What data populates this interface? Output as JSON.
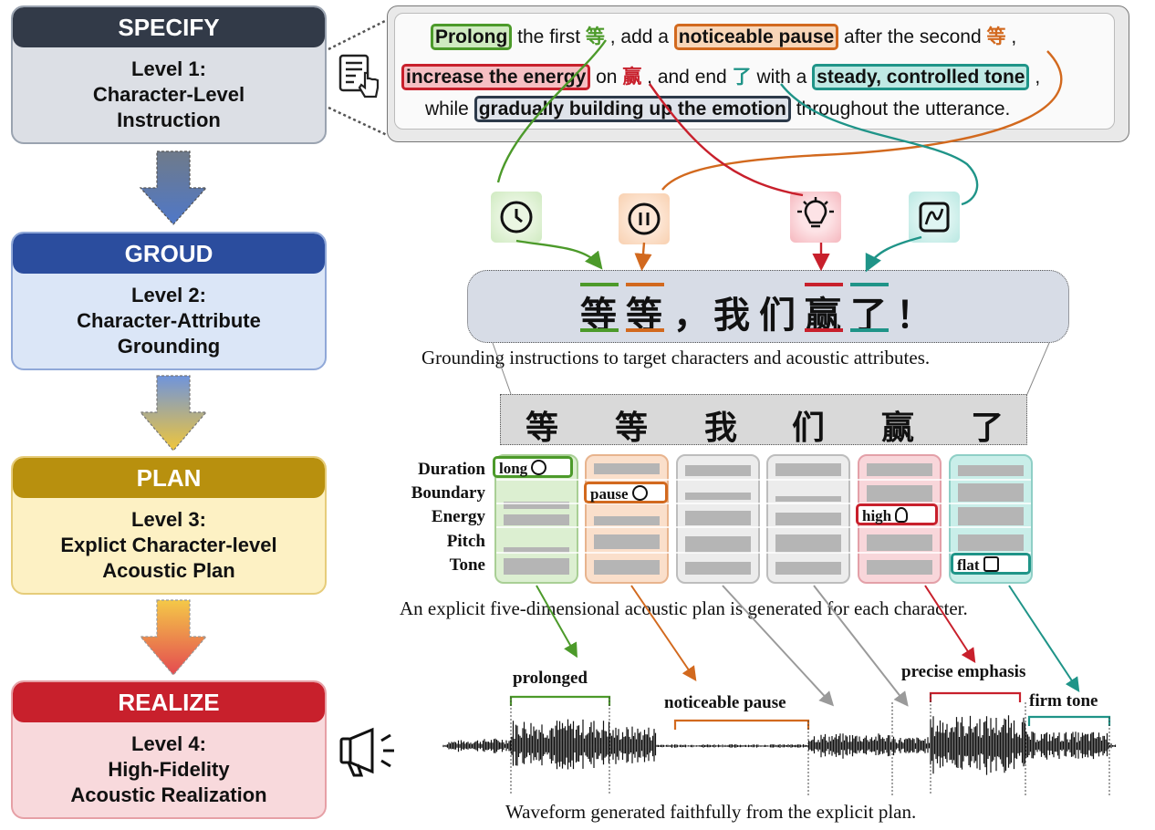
{
  "stages": [
    {
      "head": "SPECIFY",
      "lines": [
        "Level 1:",
        "Character-Level",
        "Instruction"
      ],
      "head_color": "#323a48",
      "body_color": "#dcdfe5",
      "border_color": "#9aa3b0"
    },
    {
      "head": "GROUD",
      "lines": [
        "Level 2:",
        "Character-Attribute",
        "Grounding"
      ],
      "head_color": "#2b4d9e",
      "body_color": "#dbe6f7",
      "border_color": "#90a8d8"
    },
    {
      "head": "PLAN",
      "lines": [
        "Level 3:",
        "Explict Character-level",
        "Acoustic Plan"
      ],
      "head_color": "#b8900e",
      "body_color": "#fdf1c4",
      "border_color": "#e6cc7a"
    },
    {
      "head": "REALIZE",
      "lines": [
        "Level 4:",
        "High-Fidelity",
        "Acoustic Realization"
      ],
      "head_color": "#c8202c",
      "body_color": "#f8d9dc",
      "border_color": "#e6a0a6"
    }
  ],
  "instruction": {
    "l1": {
      "a": "Prolong",
      "b": "the first",
      "c": "等",
      "d": ", add a",
      "e": "noticeable pause",
      "f": "after the second",
      "g": "等",
      "h": ","
    },
    "l2": {
      "a": "increase the energy",
      "b": "on",
      "c": "赢",
      "d": ", and end",
      "e": "了",
      "f": "with a",
      "g": "steady, controlled tone",
      "h": ","
    },
    "l3": {
      "a": "while",
      "b": "gradually building up the emotion",
      "c": "throughout the utterance."
    }
  },
  "sentence": [
    "等",
    "等",
    "，",
    "我",
    "们",
    "赢",
    "了",
    "！"
  ],
  "caption_grounding": "Grounding instructions to target characters and acoustic attributes.",
  "table": {
    "chars": [
      "等",
      "等",
      "我",
      "们",
      "赢",
      "了"
    ],
    "rows": [
      "Duration",
      "Boundary",
      "Energy",
      "Pitch",
      "Tone"
    ],
    "tags": {
      "long": "long",
      "pause": "pause",
      "high": "high",
      "flat": "flat"
    }
  },
  "caption_plan": "An explicit five-dimensional acoustic plan is generated for each character.",
  "waveform_labels": {
    "prolonged": "prolonged",
    "pause": "noticeable pause",
    "emphasis": "precise emphasis",
    "firm": "firm tone"
  },
  "caption_wave": "Waveform generated faithfully from the explicit plan.",
  "colors": {
    "green": "#4c9a2a",
    "orange": "#d2691e",
    "red": "#c8202c",
    "teal": "#1f9488",
    "navy": "#2d3a4a"
  }
}
